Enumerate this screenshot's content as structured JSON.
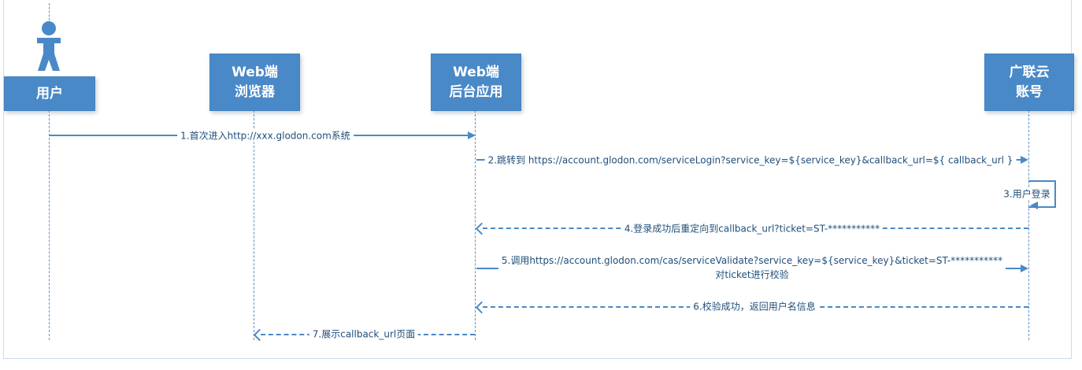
{
  "diagram": {
    "kind": "uml-sequence",
    "colors": {
      "accent": "#4a89c7",
      "message_text": "#1f4e79",
      "page_border": "#ccdbeb",
      "background": "#ffffff"
    },
    "actors": [
      {
        "id": "user",
        "label": "用户",
        "icon": "person-icon"
      },
      {
        "id": "web-browser",
        "lines": [
          "Web端",
          "浏览器"
        ]
      },
      {
        "id": "web-backend",
        "lines": [
          "Web端",
          "后台应用"
        ]
      },
      {
        "id": "glodon-account",
        "lines": [
          "广联云",
          "账号"
        ]
      }
    ],
    "messages": [
      {
        "seq": 1,
        "text": "1.首次进入http://xxx.glodon.com系统",
        "from": "用户",
        "to": "Web端后台应用",
        "line": "solid"
      },
      {
        "seq": 2,
        "text": "2.跳转到 https://account.glodon.com/serviceLogin?service_key=${service_key}&callback_url=${ callback_url }",
        "from": "Web端后台应用",
        "to": "广联云账号",
        "line": "solid"
      },
      {
        "seq": 3,
        "text": "3.用户登录",
        "from": "广联云账号",
        "to": "广联云账号",
        "line": "self"
      },
      {
        "seq": 4,
        "text": "4.登录成功后重定向到callback_url?ticket=ST-***********",
        "from": "广联云账号",
        "to": "Web端后台应用",
        "line": "dashed"
      },
      {
        "seq": 5,
        "text": "5.调用https://account.glodon.com/cas/serviceValidate?service_key=${service_key}&ticket=ST-***********",
        "text2": "对ticket进行校验",
        "from": "Web端后台应用",
        "to": "广联云账号",
        "line": "solid"
      },
      {
        "seq": 6,
        "text": "6.校验成功，返回用户名信息",
        "from": "广联云账号",
        "to": "Web端后台应用",
        "line": "dashed"
      },
      {
        "seq": 7,
        "text": "7.展示callback_url页面",
        "from": "Web端后台应用",
        "to": "Web端浏览器",
        "line": "dashed"
      }
    ]
  }
}
